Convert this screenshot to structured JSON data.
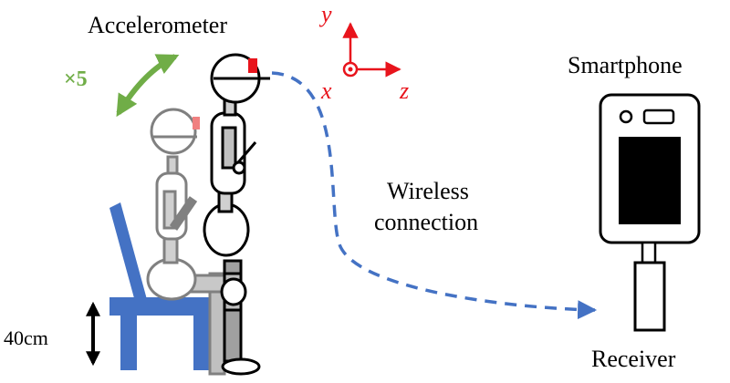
{
  "labels": {
    "accelerometer": "Accelerometer",
    "smartphone": "Smartphone",
    "wireless_line1": "Wireless",
    "wireless_line2": "connection",
    "receiver": "Receiver",
    "repetitions": "×5",
    "seat_height": "40cm"
  },
  "axes": {
    "x": "x",
    "y": "y",
    "z": "z"
  },
  "colors": {
    "axis": "#e8141c",
    "sensor": "#e8141c",
    "sensor_faded": "#f08080",
    "chair": "#4472c4",
    "connection": "#4472c4",
    "motion_arrow": "#70ad47",
    "figure_seated": "#808080",
    "figure_standing": "#000000"
  },
  "icons": {
    "motion": "curved-double-arrow-icon",
    "height": "vertical-double-arrow-icon",
    "link": "dashed-arrow-icon"
  }
}
